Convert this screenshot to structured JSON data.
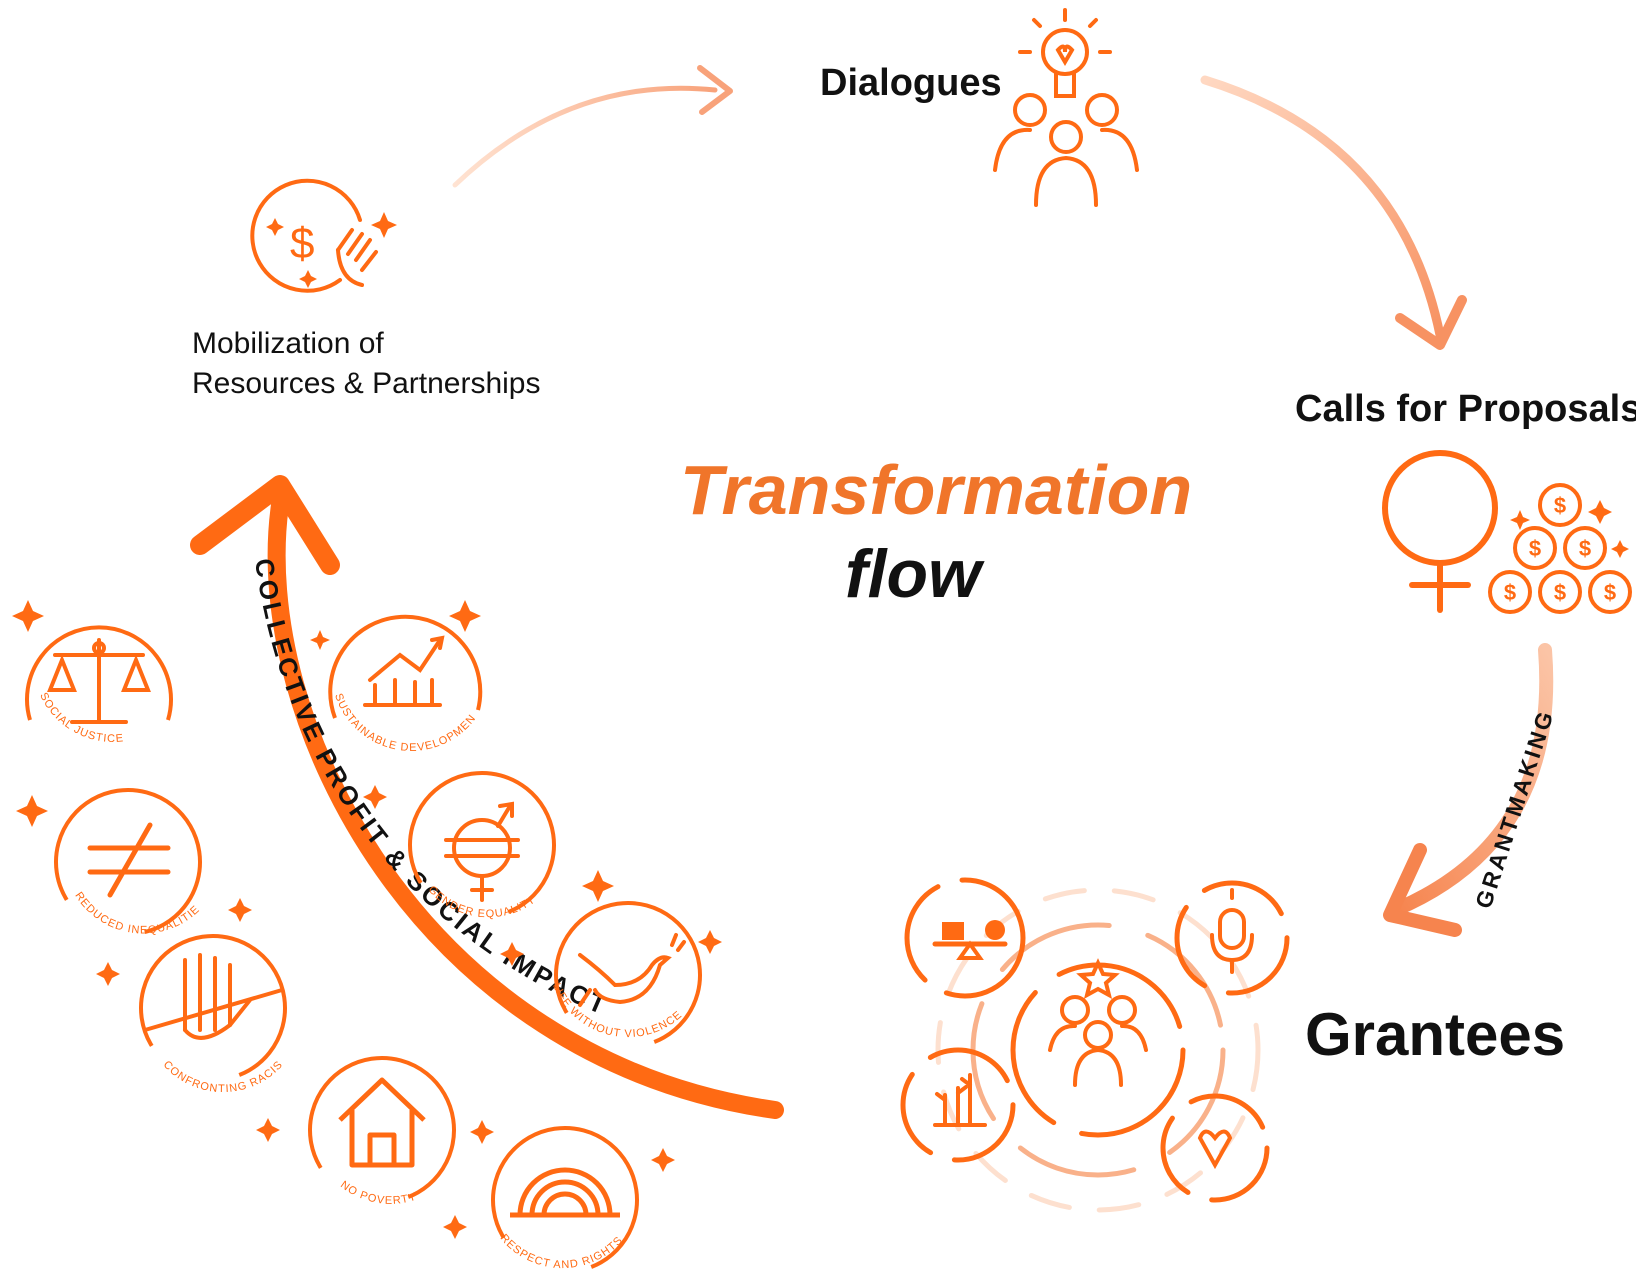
{
  "title": {
    "line1": "Transformation",
    "line2": "flow"
  },
  "nodes": {
    "dialogues": "Dialogues",
    "mobilization": {
      "line1": "Mobilization of",
      "line2": "Resources & Partnerships"
    },
    "calls": "Calls for Proposals",
    "grantees": "Grantees"
  },
  "arrow_labels": {
    "grantmaking": "GRANTMAKING",
    "collective": "COLLECTIVE PROFIT & SOCIAL IMPACT"
  },
  "impact_areas": [
    {
      "label": "SOCIAL JUSTICE",
      "icon": "scales-icon"
    },
    {
      "label": "SUSTAINABLE DEVELOPMENT",
      "icon": "growth-chart-icon"
    },
    {
      "label": "REDUCED INEQUALITIES",
      "icon": "not-equal-icon"
    },
    {
      "label": "GENDER EQUALITY",
      "icon": "gender-symbol-icon"
    },
    {
      "label": "LIFE WITHOUT VIOLENCE",
      "icon": "dove-icon"
    },
    {
      "label": "CONFRONTING RACISM",
      "icon": "raised-hand-icon"
    },
    {
      "label": "NO POVERTY",
      "icon": "house-icon"
    },
    {
      "label": "RESPECT AND RIGHTS",
      "icon": "rainbow-icon"
    }
  ],
  "colors": {
    "orange": "#ff6a13",
    "light_orange": "#f9a77b",
    "text": "#111111",
    "title_orange": "#f0752a"
  }
}
